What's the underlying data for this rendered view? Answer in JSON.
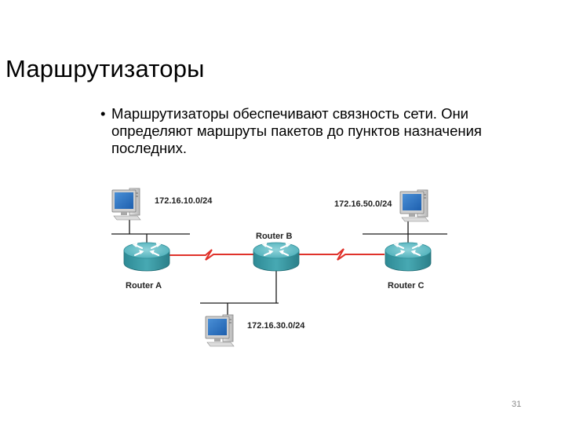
{
  "slide": {
    "title": "Маршрутизаторы",
    "bullets": [
      "Маршрутизаторы обеспечивают связность сети. Они определяют маршруты пакетов до пунктов назначения последних."
    ],
    "page_number": "31"
  },
  "diagram": {
    "routers": [
      {
        "id": "router-a",
        "label": "Router A"
      },
      {
        "id": "router-b",
        "label": "Router B"
      },
      {
        "id": "router-c",
        "label": "Router C"
      }
    ],
    "networks": [
      {
        "id": "net-a",
        "address": "172.16.10.0/24"
      },
      {
        "id": "net-c",
        "address": "172.16.50.0/24"
      },
      {
        "id": "net-b",
        "address": "172.16.30.0/24"
      }
    ],
    "colors": {
      "router_body": "#3d9da8",
      "router_top": "#6fc0c9",
      "serial_link": "#e0322b",
      "ethernet": "#1a1a1a"
    }
  }
}
